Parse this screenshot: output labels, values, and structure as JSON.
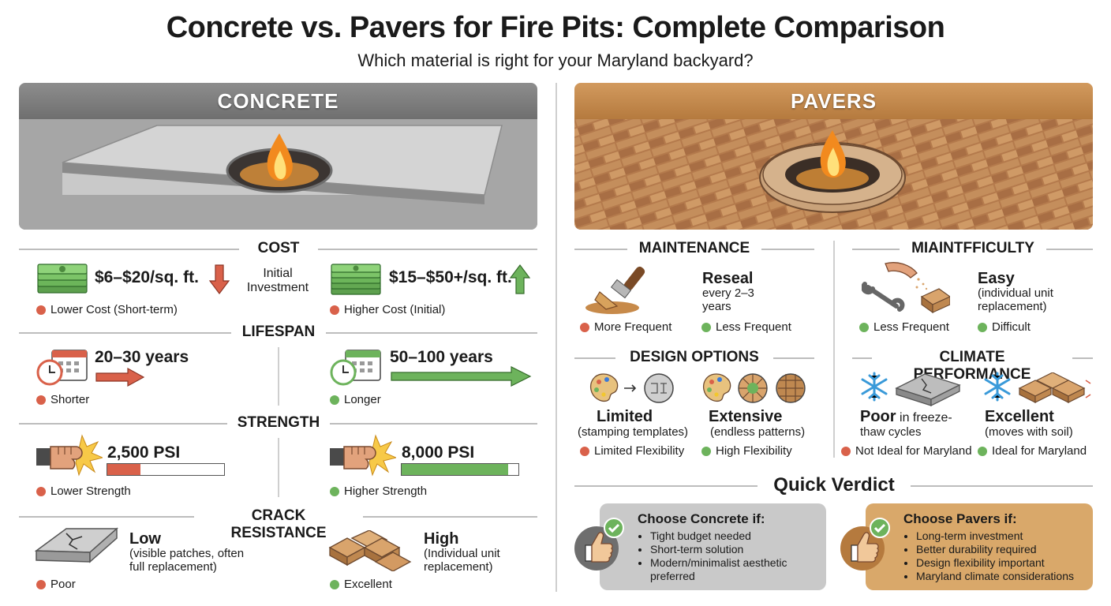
{
  "title": "Concrete vs. Pavers for Fire Pits: Complete Comparison",
  "subtitle": "Which material is right for your Maryland backyard?",
  "concrete": {
    "banner": "CONCRETE"
  },
  "pavers": {
    "banner": "PAVERS"
  },
  "colors": {
    "negative": "#d9614a",
    "positive": "#6db35c",
    "concrete": "#7d7d7d",
    "pavers": "#c48a4e"
  },
  "cost": {
    "heading": "COST",
    "center_label": "Initial Investment",
    "concrete_value": "$6–$20/sq. ft.",
    "concrete_note": "Lower Cost (Short-term)",
    "pavers_value": "$15–$50+/sq. ft.",
    "pavers_note": "Higher Cost (Initial)"
  },
  "lifespan": {
    "heading": "LIFESPAN",
    "concrete_value": "20–30 years",
    "concrete_note": "Shorter",
    "pavers_value": "50–100 years",
    "pavers_note": "Longer"
  },
  "strength": {
    "heading": "STRENGTH",
    "concrete_value": "2,500 PSI",
    "concrete_note": "Lower Strength",
    "concrete_psi": 2500,
    "pavers_value": "8,000 PSI",
    "pavers_note": "Higher Strength",
    "pavers_psi": 8000
  },
  "crack": {
    "heading": "CRACK RESISTANCE",
    "concrete_value": "Low",
    "concrete_detail": "(visible patches, often full replacement)",
    "concrete_note": "Poor",
    "pavers_value": "High",
    "pavers_detail": "(Individual unit replacement)",
    "pavers_note": "Excellent"
  },
  "maintenance": {
    "heading": "MAINTENANCE",
    "value": "Reseal",
    "detail": "every 2–3 years",
    "note_left": "More Frequent",
    "note_right": "Less Frequent"
  },
  "difficulty": {
    "heading": "MIAINTFFICULTY",
    "value": "Easy",
    "detail": "(individual unit replacement)",
    "note_left": "Less Frequent",
    "note_right": "Difficult"
  },
  "design": {
    "heading": "DESIGN OPTIONS",
    "left_value": "Limited",
    "left_detail": "(stamping templates)",
    "left_note": "Limited Flexibility",
    "right_value": "Extensive",
    "right_detail": "(endless patterns)",
    "right_note": "High Flexibility"
  },
  "climate": {
    "heading": "CLIMATE PERFORMANCE",
    "left_value": "Poor",
    "left_detail_inline": "in freeze-",
    "left_detail": "thaw cycles",
    "left_note": "Not Ideal for Maryland",
    "right_value": "Excellent",
    "right_detail": "(moves with soil)",
    "right_note": "Ideal for Maryland"
  },
  "verdict": {
    "heading": "Quick Verdict",
    "concrete_title": "Choose Concrete if:",
    "concrete_items": [
      "Tight budget needed",
      "Short-term solution",
      "Modern/minimalist aesthetic preferred"
    ],
    "pavers_title": "Choose Pavers if:",
    "pavers_items": [
      "Long-term investment",
      "Better durability required",
      "Design flexibility important",
      "Maryland climate considerations"
    ]
  }
}
